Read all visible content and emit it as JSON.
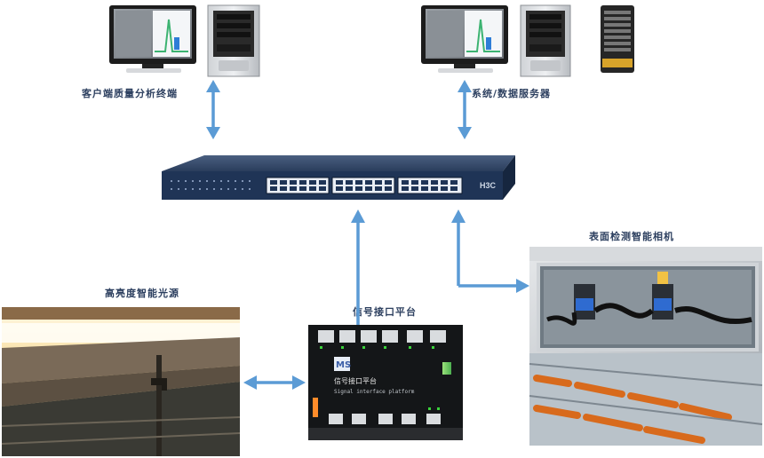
{
  "labels": {
    "client": "客户端质量分析终端",
    "server": "系统/数据服务器",
    "camera": "表面检测智能相机",
    "light": "高亮度智能光源",
    "platform": "信号接口平台"
  },
  "switch": {
    "brand": "H3C"
  },
  "platform_screen": {
    "logo": "MS",
    "title_cn": "信号接口平台",
    "title_en": "Signal interface platform"
  },
  "colors": {
    "arrow": "#5b9bd5",
    "switch_body": "#1f3456",
    "label": "#2c3f5f"
  }
}
